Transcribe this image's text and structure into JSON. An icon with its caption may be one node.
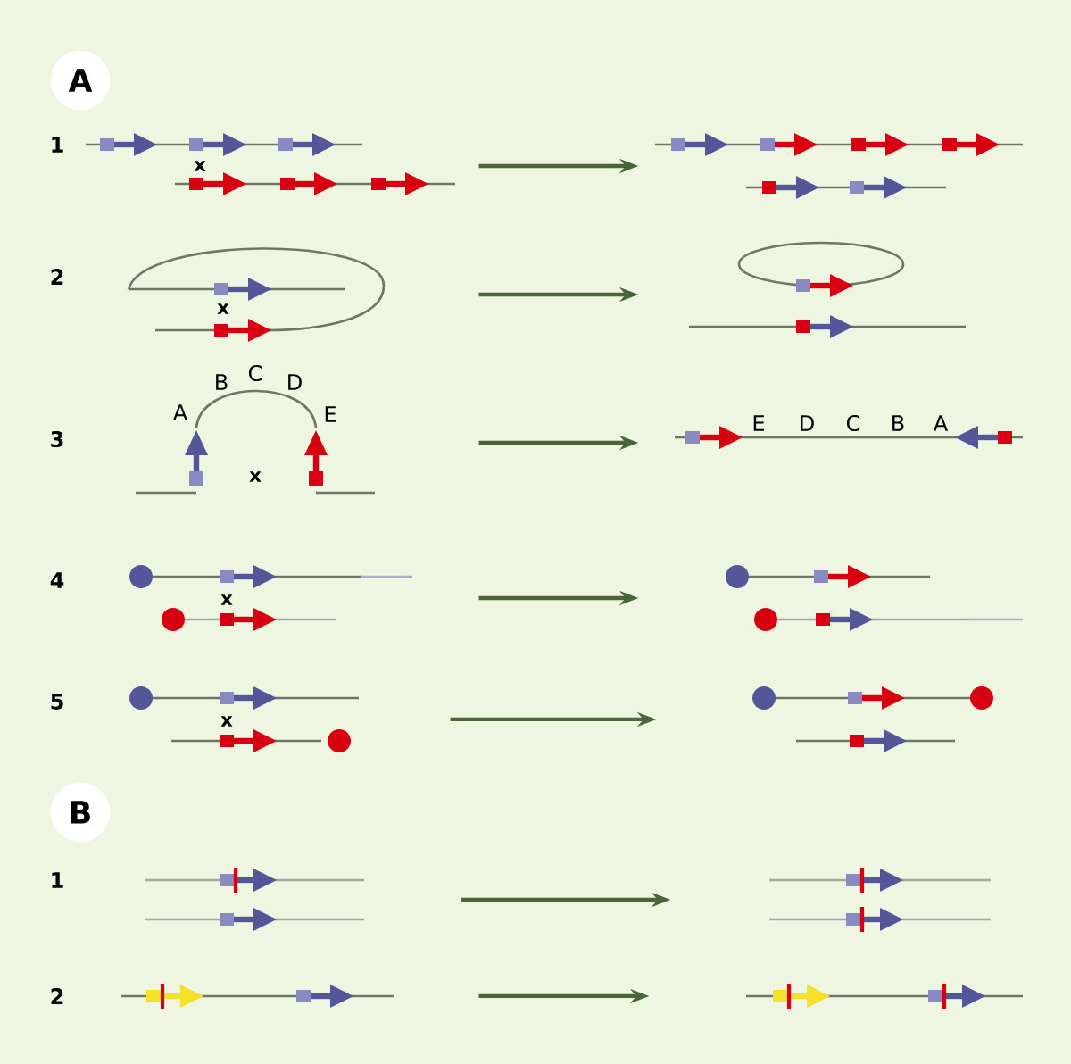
{
  "diagram": {
    "nodes": [
      {
        "text": [],
        "shape": "picture"
      },
      {
        "text": [],
        "shape": "picture"
      },
      {
        "text": [],
        "shape": "picture"
      },
      {
        "text": [],
        "shape": "picture"
      },
      {
        "text": [],
        "shape": "picture"
      },
      {
        "text": [],
        "shape": "picture"
      },
      {
        "text": [],
        "shape": "picture"
      },
      {
        "text": [],
        "shape": "picture"
      },
      {
        "text": [],
        "shape": "picture"
      },
      {
        "text": [],
        "shape": "picture"
      },
      {
        "text": [],
        "shape": "picture"
      },
      {
        "text": [],
        "shape": "picture"
      },
      {
        "text": [],
        "shape": "picture"
      },
      {
        "text": [],
        "shape": "picture"
      }
    ],
    "edges": [
      {
        "from": 0,
        "to": 1,
        "arrow": "to"
      },
      {
        "from": 2,
        "to": 3,
        "arrow": "to"
      },
      {
        "from": 4,
        "to": 5,
        "arrow": "to"
      },
      {
        "from": 6,
        "to": 7,
        "arrow": "to"
      },
      {
        "from": 8,
        "to": 9,
        "arrow": "to"
      },
      {
        "from": 10,
        "to": 11,
        "arrow": "to"
      },
      {
        "from": 12,
        "to": 13,
        "arrow": "to"
      }
    ],
    "labels": [
      "A",
      "1",
      "x",
      "2",
      "x",
      "3",
      "A",
      "B",
      "C",
      "D",
      "E",
      "x",
      "E",
      "D",
      "C",
      "B",
      "A",
      "4",
      "x",
      "5",
      "x",
      "B",
      "1",
      "2"
    ]
  }
}
